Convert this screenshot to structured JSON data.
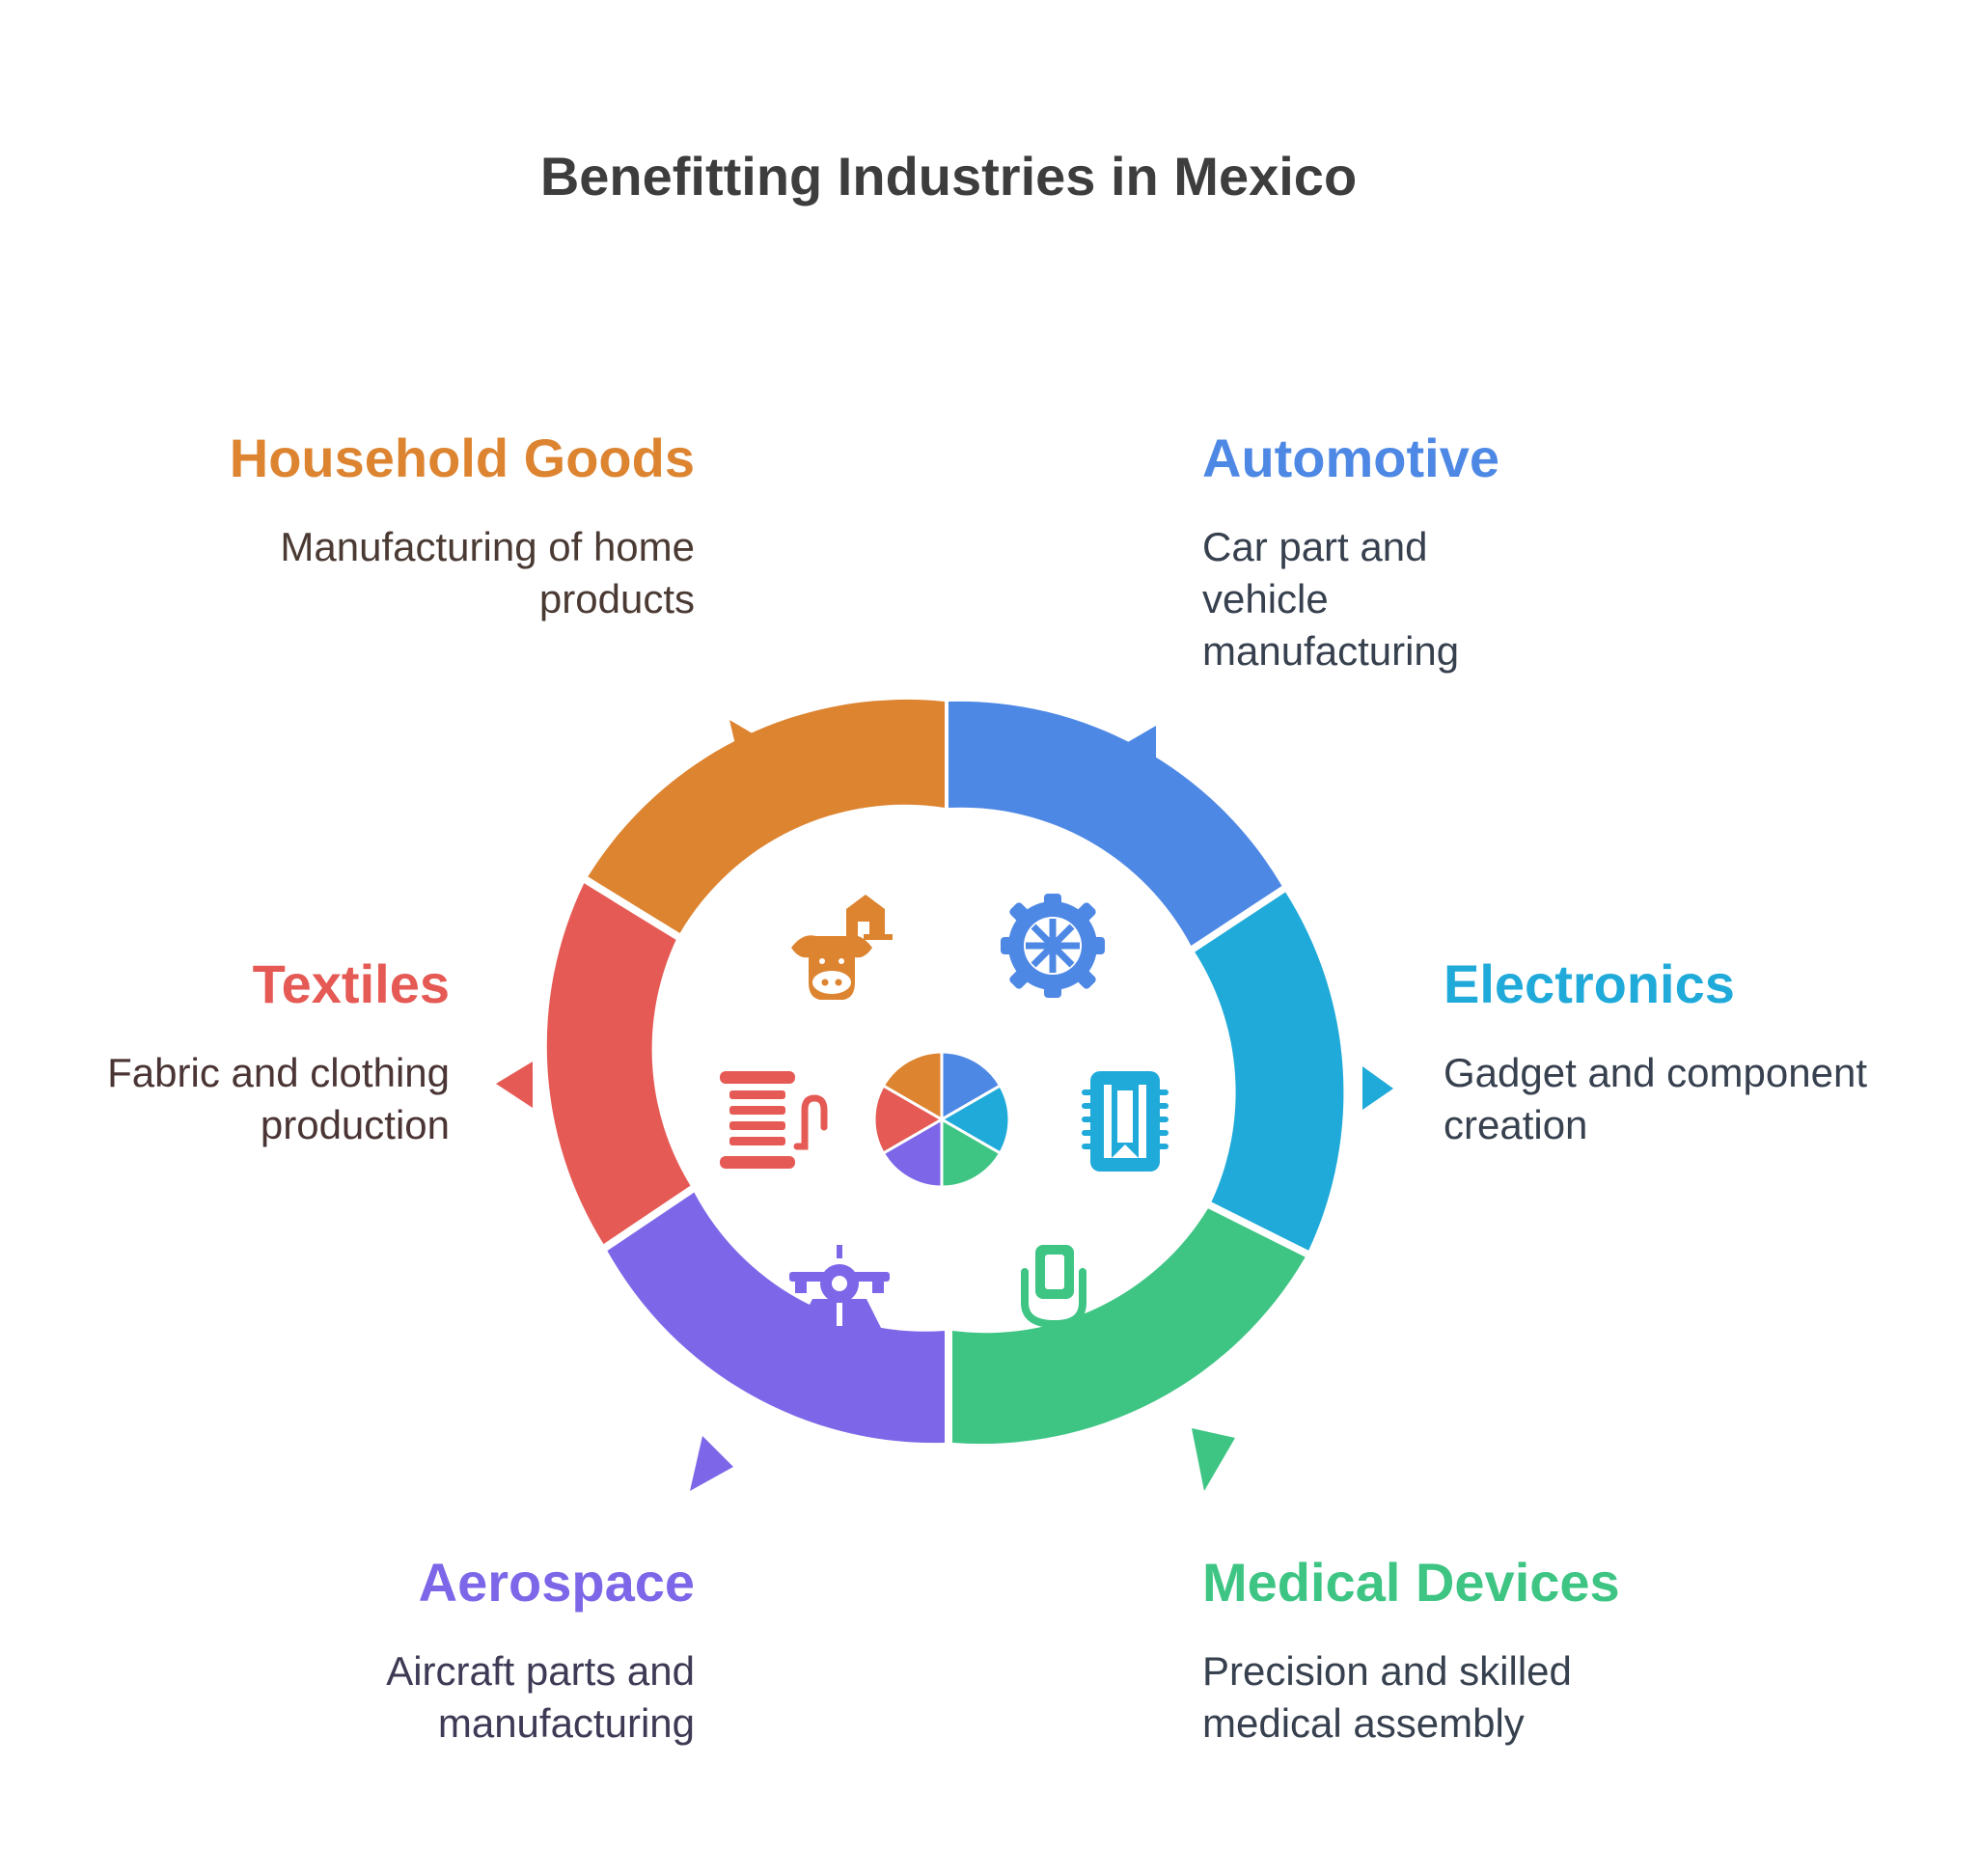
{
  "title": "Benefitting Industries in Mexico",
  "colors": {
    "orange": "#DD8431",
    "blue": "#4E88E5",
    "cyan": "#20AAD9",
    "green": "#3EC584",
    "purple": "#7D67E8",
    "red": "#E55A54"
  },
  "industries": [
    {
      "name": "Household Goods",
      "description": "Manufacturing of home products",
      "color": "#DD8431",
      "icon": "cow-and-house-icon",
      "text_color": "#4a3a33"
    },
    {
      "name": "Automotive",
      "description": "Car part and vehicle manufacturing",
      "color": "#4E88E5",
      "icon": "steering-wheel-icon",
      "text_color": "#37404e"
    },
    {
      "name": "Electronics",
      "description": "Gadget and component creation",
      "color": "#20AAD9",
      "icon": "microchip-icon",
      "text_color": "#37404e"
    },
    {
      "name": "Medical Devices",
      "description": "Precision and skilled medical assembly",
      "color": "#3EC584",
      "icon": "stethoscope-icon",
      "text_color": "#37404e"
    },
    {
      "name": "Aerospace",
      "description": "Aircraft parts and manufacturing",
      "color": "#7D67E8",
      "icon": "airplane-icon",
      "text_color": "#3d3a55"
    },
    {
      "name": "Textiles",
      "description": "Fabric and clothing production",
      "color": "#E55A54",
      "icon": "thread-spool-icon",
      "text_color": "#4a3434"
    }
  ]
}
